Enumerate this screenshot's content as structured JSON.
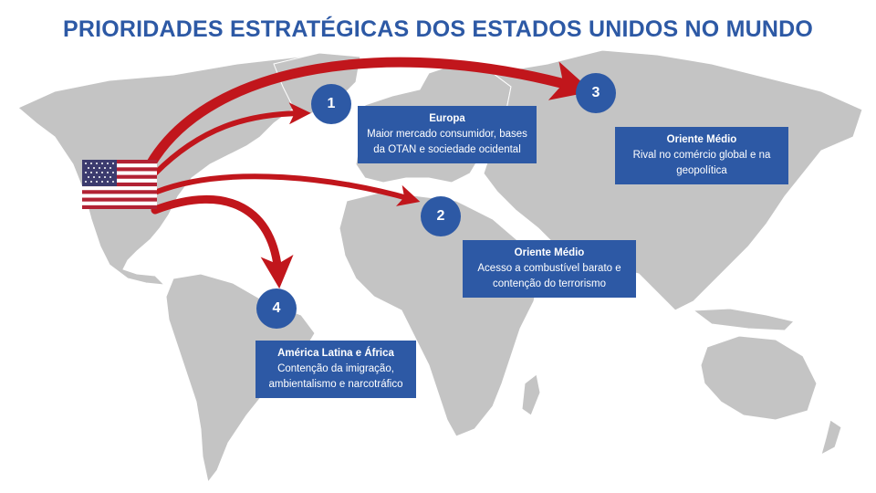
{
  "title": "PRIORIDADES ESTRATÉGICAS DOS ESTADOS UNIDOS NO MUNDO",
  "colors": {
    "accent": "#2d59a5",
    "arrow": "#c1161c",
    "land": "#c4c4c4"
  },
  "flag": {
    "icon": "usa-flag-icon"
  },
  "priorities": [
    {
      "number": "1",
      "heading": "Europa",
      "text_line1": "Maior mercado consumidor, bases",
      "text_line2": "da OTAN e sociedade ocidental"
    },
    {
      "number": "2",
      "heading": "Oriente Médio",
      "text_line1": "Acesso a combustível barato e",
      "text_line2": "contenção do terrorismo"
    },
    {
      "number": "3",
      "heading": "Oriente Médio",
      "text_line1": "Rival no comércio global e na",
      "text_line2": "geopolítica"
    },
    {
      "number": "4",
      "heading": "América Latina e África",
      "text_line1": "Contenção da imigração,",
      "text_line2": "ambientalismo e narcotráfico"
    }
  ]
}
